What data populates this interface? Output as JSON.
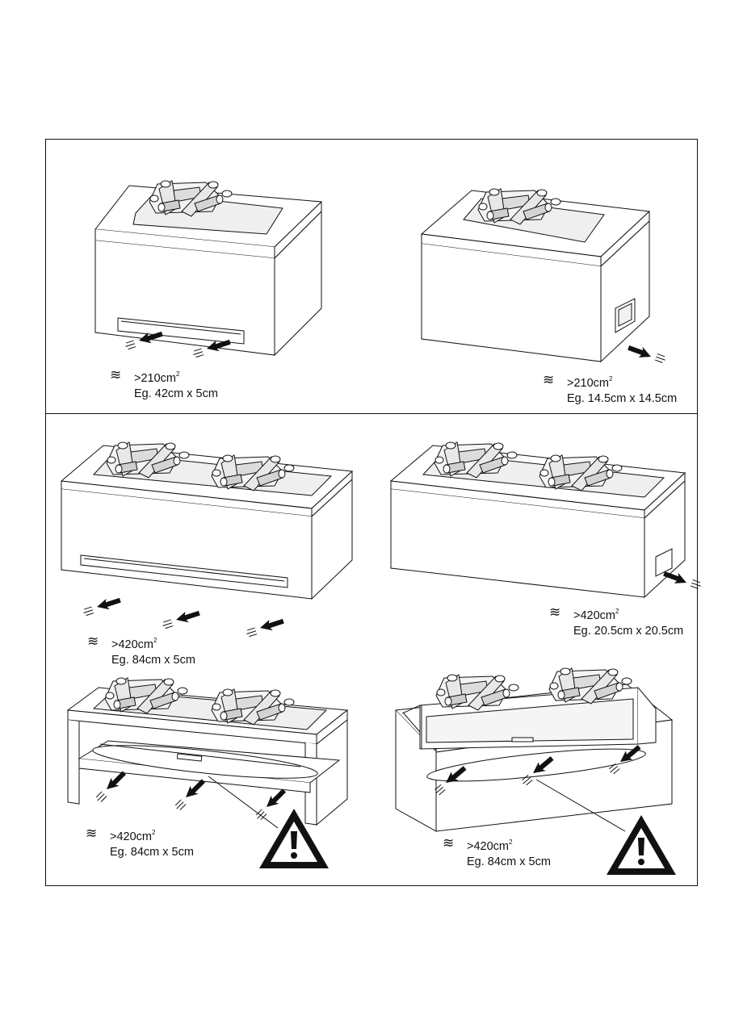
{
  "colors": {
    "line": "#111111",
    "fill": "#ffffff",
    "log": "#d9d9d9"
  },
  "icons": {
    "airflow": "airflow-waves-icon",
    "warning": "warning-triangle-icon",
    "arrow": "air-intake-arrow-icon"
  },
  "panels": [
    {
      "area": ">210cm",
      "sup": "2",
      "example": "Eg. 42cm x 5cm"
    },
    {
      "area": ">210cm",
      "sup": "2",
      "example": "Eg. 14.5cm x 14.5cm"
    },
    {
      "area": ">420cm",
      "sup": "2",
      "example": "Eg. 84cm x 5cm"
    },
    {
      "area": ">420cm",
      "sup": "2",
      "example": "Eg. 20.5cm x 20.5cm"
    },
    {
      "area": ">420cm",
      "sup": "2",
      "example": "Eg. 84cm x 5cm"
    },
    {
      "area": ">420cm",
      "sup": "2",
      "example": "Eg. 84cm x 5cm"
    }
  ]
}
